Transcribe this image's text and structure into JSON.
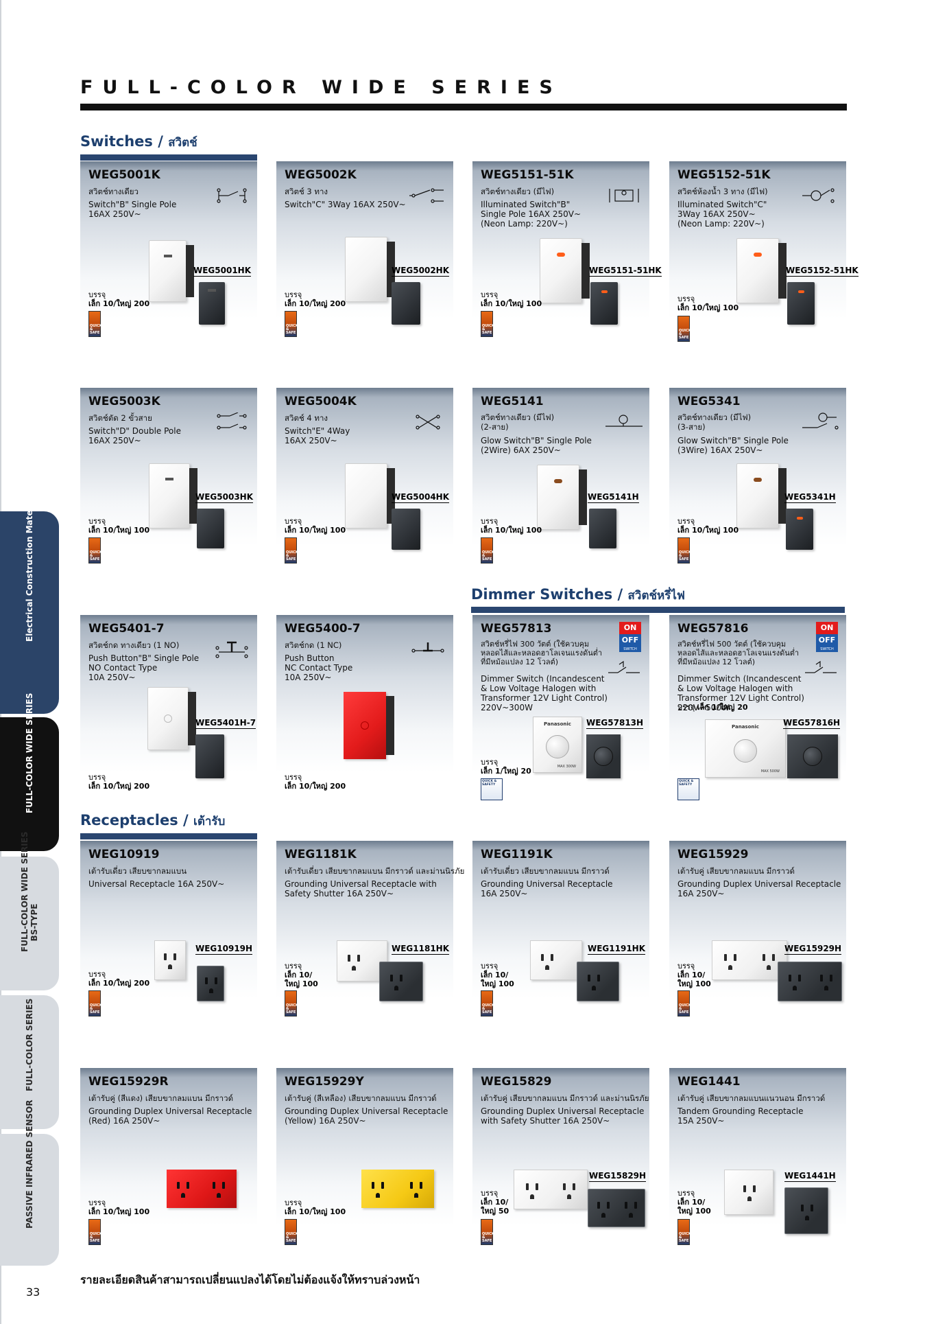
{
  "page": {
    "title": "FULL-COLOR WIDE SERIES",
    "page_number": "33",
    "disclaimer": "รายละเอียดสินค้าสามารถเปลี่ยนแปลงได้โดยไม่ต้องแจ้งให้ทราบล่วงหน้า"
  },
  "sidebar": {
    "tabs": [
      {
        "label": "Electrical Construction Materials"
      },
      {
        "label": "FULL-COLOR WIDE SERIES"
      },
      {
        "label": "FULL-COLOR WIDE SERIES\nBS-TYPE"
      },
      {
        "label": "FULL-COLOR SERIES"
      },
      {
        "label": "PASSIVE INFRARED SENSOR"
      }
    ]
  },
  "sections": {
    "switches": {
      "title": "Switches",
      "title_th": "สวิตช์"
    },
    "dimmers": {
      "title": "Dimmer Switches",
      "title_th": "สวิตช์หรี่ไฟ"
    },
    "receptacles": {
      "title": "Receptacles",
      "title_th": "เต้ารับ"
    }
  },
  "icons": {
    "safety_badge": "safety-badge-icon",
    "symbol": "circuit-symbol-icon"
  },
  "cards": [
    {
      "model": "WEG5001K",
      "thai": "สวิตช์ทางเดียว",
      "desc": "Switch\"B\" Single Pole\n16AX 250V~",
      "variant": "WEG5001HK",
      "pack_label": "บรรจุ",
      "pack_qty": "เล็ก 10/ใหญ่ 200"
    },
    {
      "model": "WEG5002K",
      "thai": "สวิตช์ 3 ทาง",
      "desc": "Switch\"C\" 3Way 16AX 250V~",
      "variant": "WEG5002HK",
      "pack_label": "บรรจุ",
      "pack_qty": "เล็ก 10/ใหญ่ 200"
    },
    {
      "model": "WEG5151-51K",
      "thai": "สวิตช์ทางเดียว (มีไฟ)",
      "desc": "Illuminated Switch\"B\"\nSingle Pole 16AX 250V~\n(Neon Lamp: 220V~)",
      "variant": "WEG5151-51HK",
      "pack_label": "บรรจุ",
      "pack_qty": "เล็ก 10/ใหญ่ 100"
    },
    {
      "model": "WEG5152-51K",
      "thai": "สวิตช์ห้องน้ำ 3 ทาง (มีไฟ)",
      "desc": "Illuminated Switch\"C\"\n3Way 16AX 250V~\n(Neon Lamp: 220V~)",
      "variant": "WEG5152-51HK",
      "pack_label": "บรรจุ",
      "pack_qty": "เล็ก 10/ใหญ่ 100"
    },
    {
      "model": "WEG5003K",
      "thai": "สวิตช์ตัด 2 ขั้วสาย",
      "desc": "Switch\"D\" Double Pole\n16AX 250V~",
      "variant": "WEG5003HK",
      "pack_label": "บรรจุ",
      "pack_qty": "เล็ก 10/ใหญ่ 100"
    },
    {
      "model": "WEG5004K",
      "thai": "สวิตช์ 4 ทาง",
      "desc": "Switch\"E\" 4Way\n16AX 250V~",
      "variant": "WEG5004HK",
      "pack_label": "บรรจุ",
      "pack_qty": "เล็ก 10/ใหญ่ 100"
    },
    {
      "model": "WEG5141",
      "thai": "สวิตช์ทางเดียว (มีไฟ)\n(2-สาย)",
      "desc": "Glow Switch\"B\" Single Pole\n(2Wire) 6AX 250V~",
      "variant": "WEG5141H",
      "pack_label": "บรรจุ",
      "pack_qty": "เล็ก 10/ใหญ่ 100"
    },
    {
      "model": "WEG5341",
      "thai": "สวิตช์ทางเดียว (มีไฟ)\n(3-สาย)",
      "desc": "Glow Switch\"B\" Single Pole\n(3Wire) 16AX 250V~",
      "variant": "WEG5341H",
      "pack_label": "บรรจุ",
      "pack_qty": "เล็ก 10/ใหญ่ 100"
    },
    {
      "model": "WEG5401-7",
      "thai": "สวิตช์กด ทางเดียว (1 NO)",
      "desc": "Push Button\"B\" Single Pole\nNO Contact Type\n10A 250V~",
      "variant": "WEG5401H-7",
      "pack_label": "บรรจุ",
      "pack_qty": "เล็ก 10/ใหญ่ 200"
    },
    {
      "model": "WEG5400-7",
      "thai": "สวิตช์กด (1 NC)",
      "desc": "Push Button\nNC Contact Type\n10A 250V~",
      "variant": "",
      "pack_label": "บรรจุ",
      "pack_qty": "เล็ก 10/ใหญ่ 200"
    },
    {
      "model": "WEG57813",
      "thai": "สวิตช์หรี่ไฟ 300 วัตต์ (ใช้ควบคุม\nหลอดไส้และหลอดฮาโลเจนแรงดันต่ำ\nที่มีหม้อแปลง 12 โวลต์)",
      "desc": "Dimmer Switch (Incandescent\n& Low Voltage Halogen with\nTransformer 12V Light Control)\n220V~300W",
      "variant": "WEG57813H",
      "pack_label": "บรรจุ",
      "pack_qty": "เล็ก 1/ใหญ่ 20",
      "on": "ON",
      "off": "OFF",
      "sw": "SWITCH",
      "brand": "Panasonic",
      "max": "MAX 300W"
    },
    {
      "model": "WEG57816",
      "thai": "สวิตช์หรี่ไฟ 500 วัตต์ (ใช้ควบคุม\nหลอดไส้และหลอดฮาโลเจนแรงดันต่ำ\nที่มีหม้อแปลง 12 โวลต์)",
      "desc": "Dimmer Switch (Incandescent\n& Low Voltage Halogen with\nTransformer 12V Light Control) 220V~500W",
      "variant": "WEG57816H",
      "pack_label": "บรรจุ",
      "pack_qty": "เล็ก 1/ใหญ่ 20",
      "on": "ON",
      "off": "OFF",
      "sw": "SWITCH",
      "brand": "Panasonic",
      "max": "MAX 500W"
    },
    {
      "model": "WEG10919",
      "thai": "เต้ารับเดี่ยว เสียบขากลมแบน",
      "desc": "Universal Receptacle 16A 250V~",
      "variant": "WEG10919H",
      "pack_label": "บรรจุ",
      "pack_qty": "เล็ก 10/ใหญ่ 200"
    },
    {
      "model": "WEG1181K",
      "thai": "เต้ารับเดี่ยว เสียบขากลมแบน มีกราวด์ และม่านนิรภัย",
      "desc": "Grounding Universal Receptacle with\nSafety Shutter 16A 250V~",
      "variant": "WEG1181HK",
      "pack_label": "บรรจุ",
      "pack_qty": "เล็ก 10/\nใหญ่ 100"
    },
    {
      "model": "WEG1191K",
      "thai": "เต้ารับเดี่ยว เสียบขากลมแบน มีกราวด์",
      "desc": "Grounding Universal Receptacle\n16A 250V~",
      "variant": "WEG1191HK",
      "pack_label": "บรรจุ",
      "pack_qty": "เล็ก 10/\nใหญ่ 100"
    },
    {
      "model": "WEG15929",
      "thai": "เต้ารับคู่ เสียบขากลมแบน มีกราวด์",
      "desc": "Grounding Duplex Universal Receptacle\n16A 250V~",
      "variant": "WEG15929H",
      "pack_label": "บรรจุ",
      "pack_qty": "เล็ก 10/\nใหญ่ 100"
    },
    {
      "model": "WEG15929R",
      "thai": "เต้ารับคู่ (สีแดง) เสียบขากลมแบน มีกราวด์",
      "desc": "Grounding Duplex Universal Receptacle\n(Red) 16A 250V~",
      "variant": "",
      "pack_label": "บรรจุ",
      "pack_qty": "เล็ก 10/ใหญ่ 100"
    },
    {
      "model": "WEG15929Y",
      "thai": "เต้ารับคู่ (สีเหลือง) เสียบขากลมแบน มีกราวด์",
      "desc": "Grounding Duplex Universal Receptacle\n(Yellow) 16A 250V~",
      "variant": "",
      "pack_label": "บรรจุ",
      "pack_qty": "เล็ก 10/ใหญ่ 100"
    },
    {
      "model": "WEG15829",
      "thai": "เต้ารับคู่ เสียบขากลมแบน มีกราวด์ และม่านนิรภัย",
      "desc": "Grounding Duplex Universal Receptacle\nwith Safety Shutter 16A 250V~",
      "variant": "WEG15829H",
      "pack_label": "บรรจุ",
      "pack_qty": "เล็ก 10/\nใหญ่ 50"
    },
    {
      "model": "WEG1441",
      "thai": "เต้ารับคู่ เสียบขากลมแบนแนวนอน มีกราวด์",
      "desc": "Tandem Grounding Receptacle\n15A 250V~",
      "variant": "WEG1441H",
      "pack_label": "บรรจุ",
      "pack_qty": "เล็ก 10/\nใหญ่ 100"
    }
  ],
  "badge_text": {
    "safe": "QUICK & SAFE",
    "quick": "QUICK & SAFETY"
  }
}
